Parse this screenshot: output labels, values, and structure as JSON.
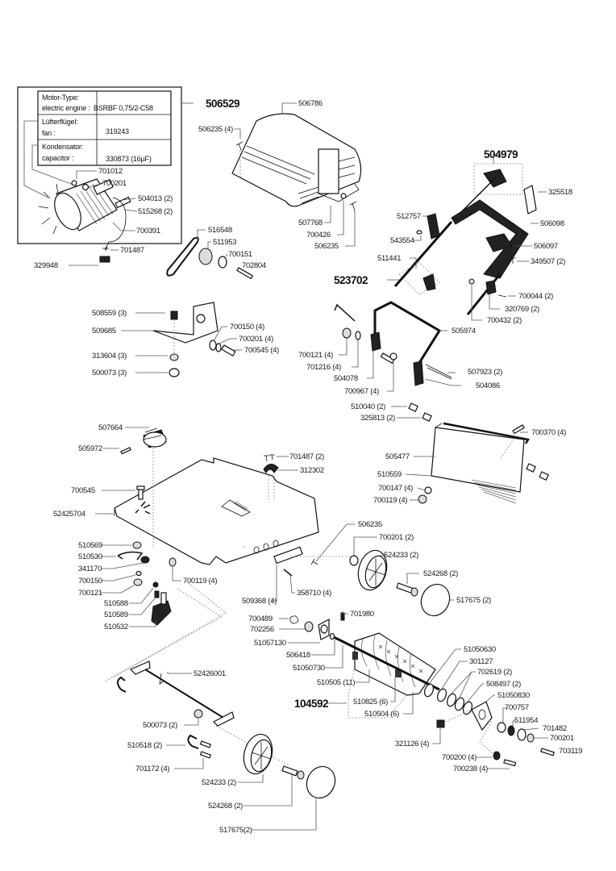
{
  "motor_table": {
    "rows": [
      {
        "label_de": "Motor-Type:",
        "label_en": "electric engine :",
        "value": "BSRBF 0,75/2-C58"
      },
      {
        "label_de": "Lüfterflügel:",
        "label_en": "fan :",
        "value": "319243"
      },
      {
        "label_de": "Kondensator:",
        "label_en": "capacitor :",
        "value": "330873 (16µF)"
      }
    ]
  },
  "assemblies": {
    "motor": "506529",
    "handle": "504979",
    "handle_clamp": "523702",
    "roller": "104592"
  },
  "labels": {
    "p701012": "701012",
    "p700201a": "700201",
    "p504013": "504013 (2)",
    "p515268": "515268 (2)",
    "p700391": "700391",
    "p701487a": "701487",
    "p329948": "329948",
    "p506786": "506786",
    "p506235_4": "506235 (4)",
    "p507768": "507768",
    "p700426": "700426",
    "p506235a": "506235",
    "p325518": "325518",
    "p512757": "512757",
    "p543554": "543554",
    "p506098": "506098",
    "p506097": "506097",
    "p349507": "349507 (2)",
    "p511441": "511441",
    "p700044": "700044 (2)",
    "p320769": "320769 (2)",
    "p700432": "700432 (2)",
    "p516548": "516548",
    "p511953": "511953",
    "p700151": "700151",
    "p702804": "702804",
    "p508559": "508559 (3)",
    "p509685": "509685",
    "p700150_4": "700150 (4)",
    "p700201_4": "700201 (4)",
    "p700545_4": "700545 (4)",
    "p313604": "313604 (3)",
    "p500073_3": "500073 (3)",
    "p505974": "505974",
    "p700121_4": "700121 (4)",
    "p701216": "701216 (4)",
    "p504078": "504078",
    "p700967": "700967 (4)",
    "p507923": "507923 (2)",
    "p504086": "504086",
    "p510040": "510040 (2)",
    "p325813": "325813 (2)",
    "p507664": "507664",
    "p505972": "505972",
    "p701487_2": "701487 (2)",
    "p312302": "312302",
    "p700545": "700545",
    "p52425704": "52425704",
    "p700370": "700370 (4)",
    "p505477": "505477",
    "p510559": "510559",
    "p700147": "700147 (4)",
    "p700119a": "700119 (4)",
    "p506235b": "506235",
    "p510569": "510569",
    "p510530": "510530",
    "p341170": "341170",
    "p700150": "700150",
    "p700121": "700121",
    "p700119b": "700119 (4)",
    "p510588": "510588",
    "p510589": "510589",
    "p510532": "510532",
    "p700201_2": "700201  (2)",
    "p524233a": "524233 (2)",
    "p524268a": "524268 (2)",
    "p517675a": "517675 (2)",
    "p509368": "509368 (4)",
    "p358710": "358710 (4)",
    "p700489": "700489",
    "p702256": "702256",
    "p701980": "701980",
    "p51057130": "51057130",
    "p506418": "506418",
    "p51050730": "51050730",
    "p510505": "510505 (11)",
    "p510825": "510825 (6)",
    "p510504": "510504 (6)",
    "p51050630": "51050630",
    "p301127": "301127",
    "p702619": "702619 (2)",
    "p508497": "508497 (2)",
    "p51050830": "51050830",
    "p700757": "700757",
    "p511954": "511954",
    "p701482": "701482",
    "p700201b": "700201",
    "p703119": "703119",
    "p321126": "321126 (4)",
    "p700200": "700200 (4)",
    "p700238": "700238 (4)",
    "p52426001": "52426001",
    "p500073_2": "500073 (2)",
    "p510518": "510518 (2)",
    "p701172": "701172 (4)",
    "p524233b": "524233 (2)",
    "p524268b": "524268  (2)",
    "p517675b": "517675(2)"
  }
}
